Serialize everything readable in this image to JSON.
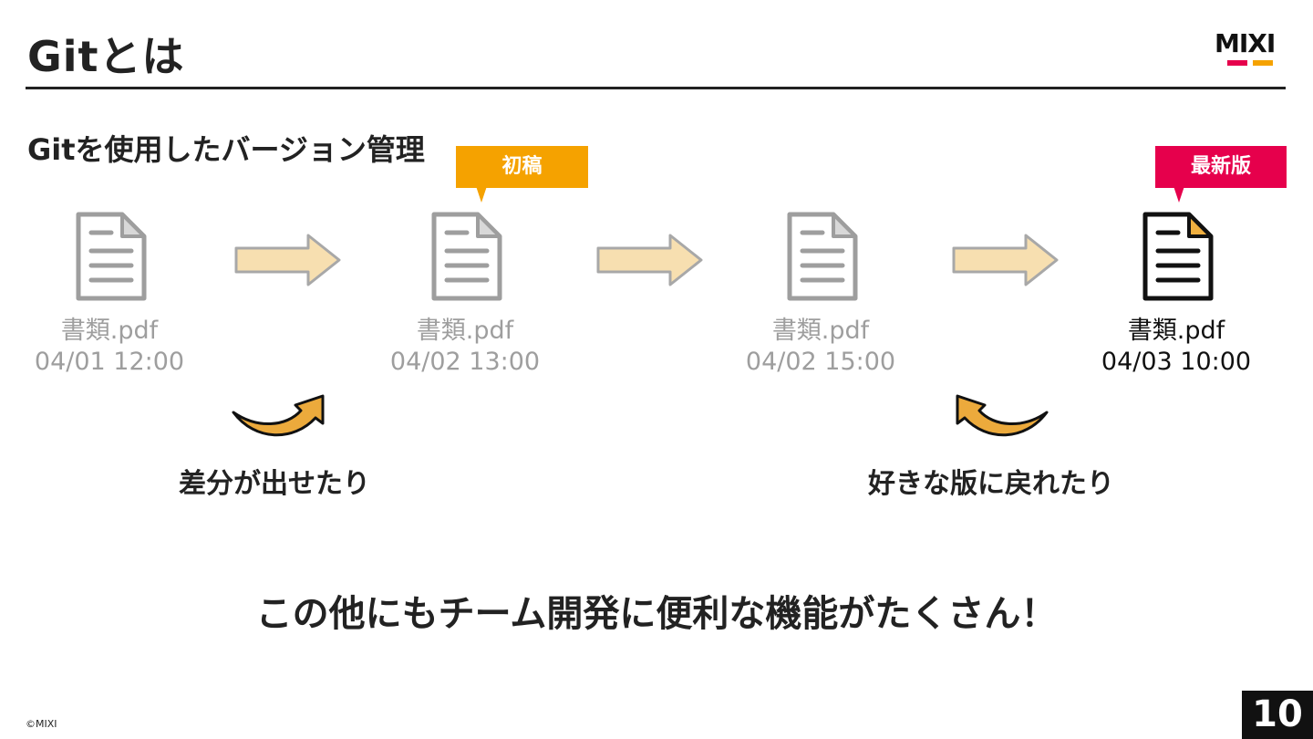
{
  "slide": {
    "title": "Gitとは",
    "subtitle": "Gitを使用したバージョン管理",
    "logo_text": "MIXI",
    "logo_colors": {
      "left": "#e6004c",
      "right": "#f5a200"
    },
    "callouts": {
      "first": {
        "label": "初稿",
        "color": "#f5a200"
      },
      "latest": {
        "label": "最新版",
        "color": "#e6004c"
      }
    },
    "files": [
      {
        "name": "書類.pdf",
        "time": "04/01 12:00",
        "state": "faded"
      },
      {
        "name": "書類.pdf",
        "time": "04/02 13:00",
        "state": "faded"
      },
      {
        "name": "書類.pdf",
        "time": "04/02 15:00",
        "state": "faded"
      },
      {
        "name": "書類.pdf",
        "time": "04/03 10:00",
        "state": "active"
      }
    ],
    "captions": {
      "diff": "差分が出せたり",
      "revert": "好きな版に戻れたり"
    },
    "bottom_message": "この他にもチーム開発に便利な機能がたくさん！",
    "copyright": "©MIXI",
    "page_number": "10",
    "colors": {
      "faded": "#9e9e9e",
      "active": "#111111",
      "arrow_fill": "#f7dfb0",
      "curl_fill": "#ecaa3c",
      "doc_corner_active": "#f0b040"
    }
  }
}
